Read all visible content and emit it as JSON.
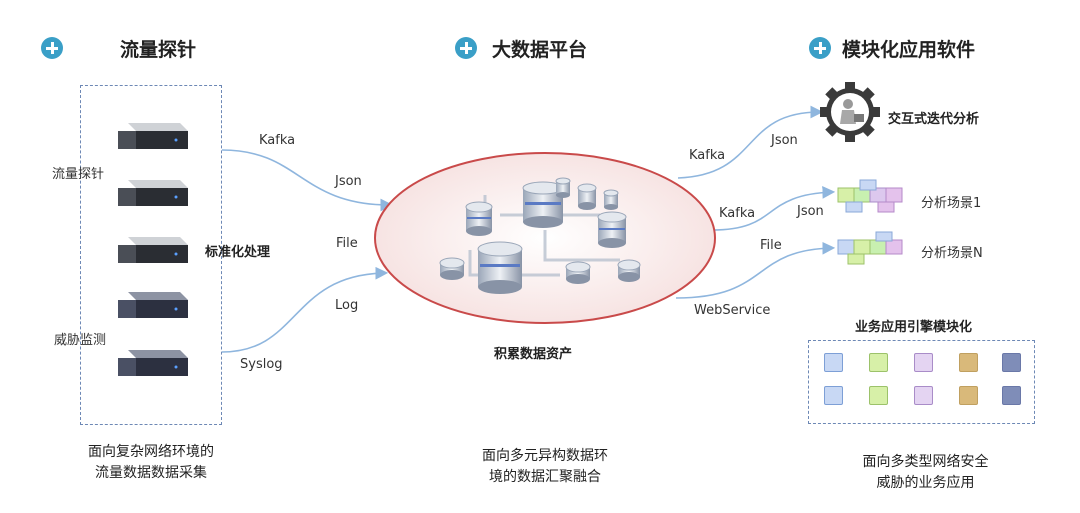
{
  "sections": {
    "probe_title": "流量探针",
    "bigdata_title": "大数据平台",
    "module_title": "模块化应用软件"
  },
  "left": {
    "probe_label": "流量探针",
    "threat_label": "威胁监测",
    "standardize_label": "标准化处理",
    "caption_line1": "面向复杂网络环境的",
    "caption_line2": "流量数据数据采集"
  },
  "left_links": {
    "kafka": "Kafka",
    "json": "Json",
    "file": "File",
    "log": "Log",
    "syslog": "Syslog"
  },
  "center": {
    "asset_label": "积累数据资产",
    "caption_line1": "面向多元异构数据环",
    "caption_line2": "境的数据汇聚融合"
  },
  "right_links": {
    "kafka_top": "Kafka",
    "json_top": "Json",
    "kafka_mid": "Kafka",
    "json_mid": "Json",
    "file": "File",
    "webservice": "WebService"
  },
  "right": {
    "iterative_label": "交互式迭代分析",
    "scene1_label": "分析场景1",
    "sceneN_label": "分析场景N",
    "engine_title": "业务应用引擎模块化",
    "caption_line1": "面向多类型网络安全",
    "caption_line2": "威胁的业务应用"
  },
  "colors": {
    "accent": "#3a9fc7",
    "ellipse_border": "#c94a4a",
    "dashed_border": "#6d88b5",
    "curve": "#8fb6de"
  },
  "icons": [
    "plus-circle-icon",
    "server-icon",
    "database-icon",
    "gear-icon",
    "block-icon"
  ]
}
